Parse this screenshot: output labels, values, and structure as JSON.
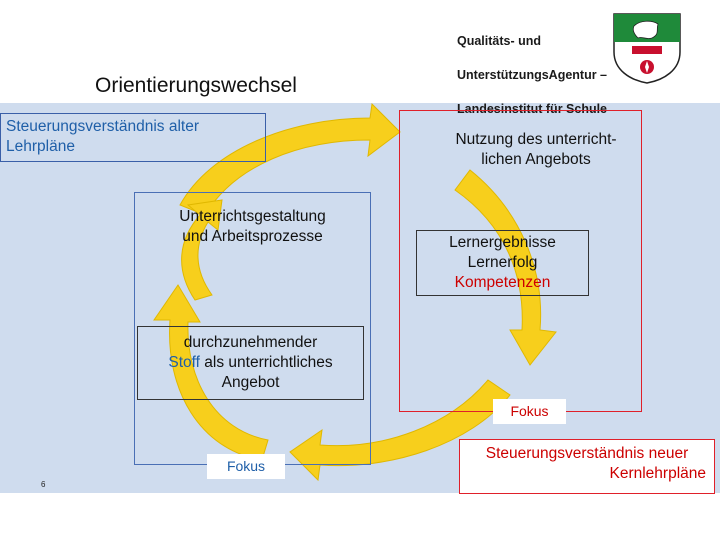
{
  "title": "Orientierungswechsel",
  "logo": {
    "line1": "Qualitäts- und",
    "line2": "UnterstützungsAgentur –",
    "line3": "Landesinstitut für Schule"
  },
  "boxes": {
    "old_curriculum": {
      "line1": "Steuerungsverständnis alter",
      "line2": "Lehrpläne"
    },
    "use_offer": {
      "line1": "Nutzung des unterricht-",
      "line2": "lichen Angebots"
    },
    "teaching_design": {
      "line1": "Unterrichtsgestaltung",
      "line2": "und Arbeitsprozesse"
    },
    "results": {
      "line1": "Lernergebnisse",
      "line2": "Lernerfolg",
      "line3": "Kompetenzen"
    },
    "material": {
      "line1": "durchzunehmender",
      "line2a": "Stoff",
      "line2b": " als unterrichtliches",
      "line3": "Angebot"
    },
    "focus_right": "Fokus",
    "focus_left": "Fokus",
    "new_curriculum": {
      "line1": "Steuerungsverständnis neuer",
      "line2": "Kernlehrpläne"
    }
  },
  "page_number": "6",
  "colors": {
    "panel": "#cfdcee",
    "arrow": "#f7cf1c",
    "red_frame": "#e0202a",
    "blue_frame": "#4a6fb5"
  }
}
